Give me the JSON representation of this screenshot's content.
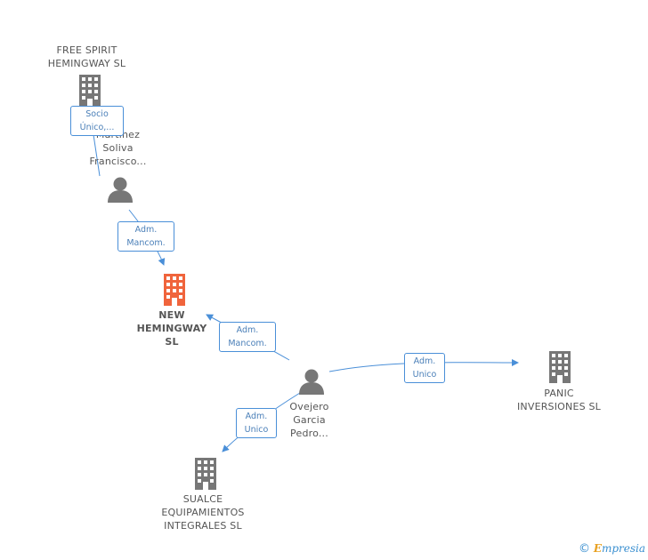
{
  "nodes": {
    "free_spirit": {
      "lines": [
        "FREE SPIRIT",
        "HEMINGWAY SL"
      ]
    },
    "martinez": {
      "lines": [
        "Martinez",
        "Soliva",
        "Francisco..."
      ]
    },
    "new_hemingway": {
      "lines": [
        "NEW",
        "HEMINGWAY",
        "SL"
      ]
    },
    "ovejero": {
      "lines": [
        "Ovejero",
        "Garcia",
        "Pedro..."
      ]
    },
    "panic": {
      "lines": [
        "PANIC",
        "INVERSIONES SL"
      ]
    },
    "sualce": {
      "lines": [
        "SUALCE",
        "EQUIPAMIENTOS",
        "INTEGRALES SL"
      ]
    }
  },
  "edges": {
    "socio_unico": {
      "lines": [
        "Socio",
        "Único,..."
      ]
    },
    "adm_mancom_1": {
      "lines": [
        "Adm.",
        "Mancom."
      ]
    },
    "adm_mancom_2": {
      "lines": [
        "Adm.",
        "Mancom."
      ]
    },
    "adm_unico_panic": {
      "lines": [
        "Adm.",
        "Unico"
      ]
    },
    "adm_unico_sualce": {
      "lines": [
        "Adm.",
        "Unico"
      ]
    }
  },
  "colors": {
    "company": "#777777",
    "focus_company": "#f0643c",
    "person": "#777777",
    "edge": "#4a8fd8"
  },
  "icons": {
    "company": "building-icon",
    "person": "person-icon"
  },
  "footer": {
    "copyright": "©",
    "brand_initial": "E",
    "brand_rest": "mpresia"
  }
}
